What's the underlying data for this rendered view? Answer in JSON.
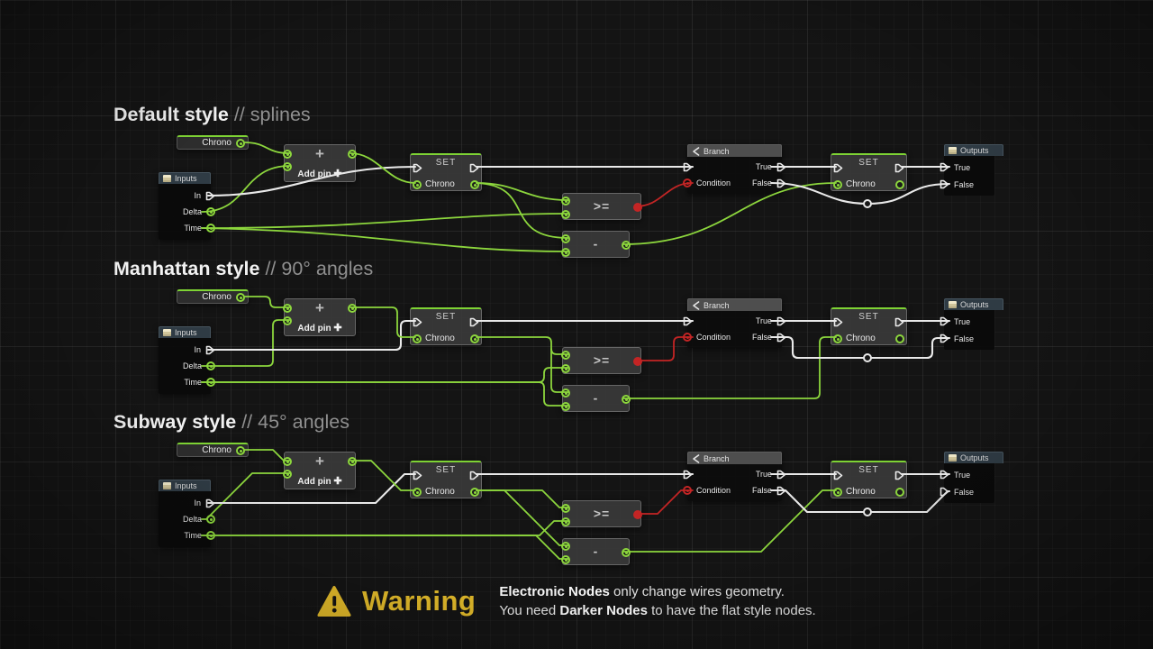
{
  "sections": [
    {
      "bold": "Default style",
      "light": " // splines"
    },
    {
      "bold": "Manhattan style",
      "light": " // 90° angles"
    },
    {
      "bold": "Subway style",
      "light": " // 45° angles"
    }
  ],
  "nodes": {
    "chrono_getter": {
      "label": "Chrono"
    },
    "inputs": {
      "title": "Inputs",
      "pin_in": "In",
      "pin_delta": "Delta",
      "pin_time": "Time"
    },
    "add_pin": {
      "big_plus": "+",
      "label": "Add pin",
      "plus": "✚"
    },
    "set": {
      "title": "SET",
      "pin": "Chrono"
    },
    "compare": {
      "label": ">="
    },
    "subtract": {
      "label": "-"
    },
    "branch": {
      "title": "Branch",
      "pin_condition": "Condition",
      "pin_true": "True",
      "pin_false": "False"
    },
    "outputs": {
      "title": "Outputs",
      "pin_true": "True",
      "pin_false": "False"
    }
  },
  "warning": {
    "title": "Warning",
    "line1_bold": "Electronic Nodes",
    "line1_rest": " only change wires geometry.",
    "line2_start": "You need ",
    "line2_bold": "Darker Nodes",
    "line2_rest": " to have the flat style nodes."
  },
  "colors": {
    "background": "#141414",
    "wire_data_green": "#8cd63d",
    "wire_exec_white": "#e9e9e9",
    "wire_condition_red": "#c32525",
    "node_accent_green": "#7ed334",
    "io_header_slate": "#2f3b44",
    "branch_header_gray": "#4e4e4e",
    "node_gray": "#3a3a3a",
    "warning_yellow": "#e2ba2a"
  }
}
